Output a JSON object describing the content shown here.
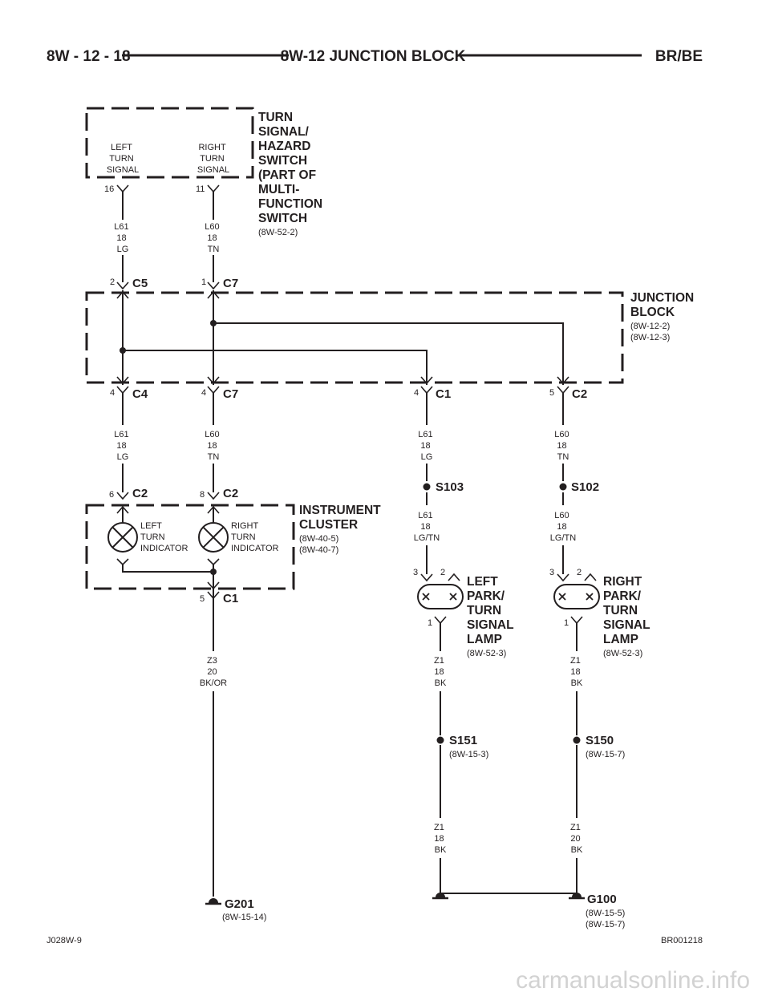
{
  "header": {
    "page": "8W - 12 - 18",
    "title": "8W-12 JUNCTION BLOCK",
    "model": "BR/BE"
  },
  "footer": {
    "left": "J028W-9",
    "right": "BR001218"
  },
  "watermark": "carmanualsonline.info",
  "components": {
    "turn_switch": {
      "title": [
        "TURN",
        "SIGNAL/",
        "HAZARD",
        "SWITCH",
        "(PART OF",
        "MULTI-",
        "FUNCTION",
        "SWITCH"
      ],
      "ref": "(8W-52-2)",
      "left_label": [
        "LEFT",
        "TURN",
        "SIGNAL"
      ],
      "right_label": [
        "RIGHT",
        "TURN",
        "SIGNAL"
      ],
      "left_pin": "16",
      "right_pin": "11"
    },
    "junction_block": {
      "title": [
        "JUNCTION",
        "BLOCK"
      ],
      "refs": [
        "(8W-12-2)",
        "(8W-12-3)"
      ]
    },
    "instrument_cluster": {
      "title": [
        "INSTRUMENT",
        "CLUSTER"
      ],
      "refs": [
        "(8W-40-5)",
        "(8W-40-7)"
      ],
      "left_label": [
        "LEFT",
        "TURN",
        "INDICATOR"
      ],
      "right_label": [
        "RIGHT",
        "TURN",
        "INDICATOR"
      ]
    },
    "left_lamp": {
      "title": [
        "LEFT",
        "PARK/",
        "TURN",
        "SIGNAL",
        "LAMP"
      ],
      "ref": "(8W-52-3)",
      "pins": [
        "3",
        "2",
        "1"
      ]
    },
    "right_lamp": {
      "title": [
        "RIGHT",
        "PARK/",
        "TURN",
        "SIGNAL",
        "LAMP"
      ],
      "ref": "(8W-52-3)",
      "pins": [
        "3",
        "2",
        "1"
      ]
    }
  },
  "connectors": {
    "jb_c5": {
      "pin": "2",
      "name": "C5"
    },
    "jb_c7_top": {
      "pin": "1",
      "name": "C7"
    },
    "jb_c4": {
      "pin": "4",
      "name": "C4"
    },
    "jb_c7_bot": {
      "pin": "4",
      "name": "C7"
    },
    "jb_c1": {
      "pin": "4",
      "name": "C1"
    },
    "jb_c2": {
      "pin": "5",
      "name": "C2"
    },
    "ic_c2_left": {
      "pin": "6",
      "name": "C2"
    },
    "ic_c2_right": {
      "pin": "8",
      "name": "C2"
    },
    "ic_c1": {
      "pin": "5",
      "name": "C1"
    }
  },
  "wires": {
    "sw_left": [
      "L61",
      "18",
      "LG"
    ],
    "sw_right": [
      "L60",
      "18",
      "TN"
    ],
    "jb_c4": [
      "L61",
      "18",
      "LG"
    ],
    "jb_c7": [
      "L60",
      "18",
      "TN"
    ],
    "jb_c1": [
      "L61",
      "18",
      "LG"
    ],
    "jb_c2": [
      "L60",
      "18",
      "TN"
    ],
    "s103_out": [
      "L61",
      "18",
      "LG/TN"
    ],
    "s102_out": [
      "L60",
      "18",
      "LG/TN"
    ],
    "ic_ground": [
      "Z3",
      "20",
      "BK/OR"
    ],
    "left_lamp_ground": [
      "Z1",
      "18",
      "BK"
    ],
    "right_lamp_ground": [
      "Z1",
      "18",
      "BK"
    ],
    "s151_out": [
      "Z1",
      "18",
      "BK"
    ],
    "s150_out": [
      "Z1",
      "20",
      "BK"
    ]
  },
  "splices": {
    "s103": {
      "name": "S103"
    },
    "s102": {
      "name": "S102"
    },
    "s151": {
      "name": "S151",
      "ref": "(8W-15-3)"
    },
    "s150": {
      "name": "S150",
      "ref": "(8W-15-7)"
    }
  },
  "grounds": {
    "g201": {
      "name": "G201",
      "ref": "(8W-15-14)"
    },
    "g100": {
      "name": "G100",
      "refs": [
        "(8W-15-5)",
        "(8W-15-7)"
      ]
    }
  }
}
